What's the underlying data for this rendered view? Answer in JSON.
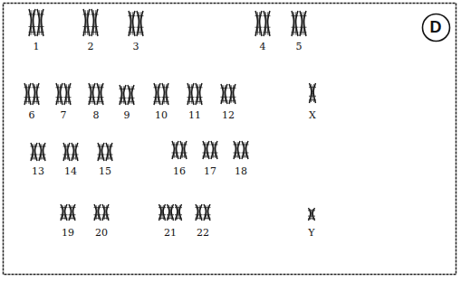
{
  "diagram": {
    "nodes": [
      {
        "text": [
          "D"
        ]
      }
    ],
    "labels": [
      "1",
      "2",
      "3",
      "4",
      "5",
      "6",
      "7",
      "8",
      "9",
      "10",
      "11",
      "12",
      "X",
      "13",
      "14",
      "15",
      "16",
      "17",
      "18",
      "19",
      "20",
      "21",
      "22",
      "Y"
    ]
  }
}
